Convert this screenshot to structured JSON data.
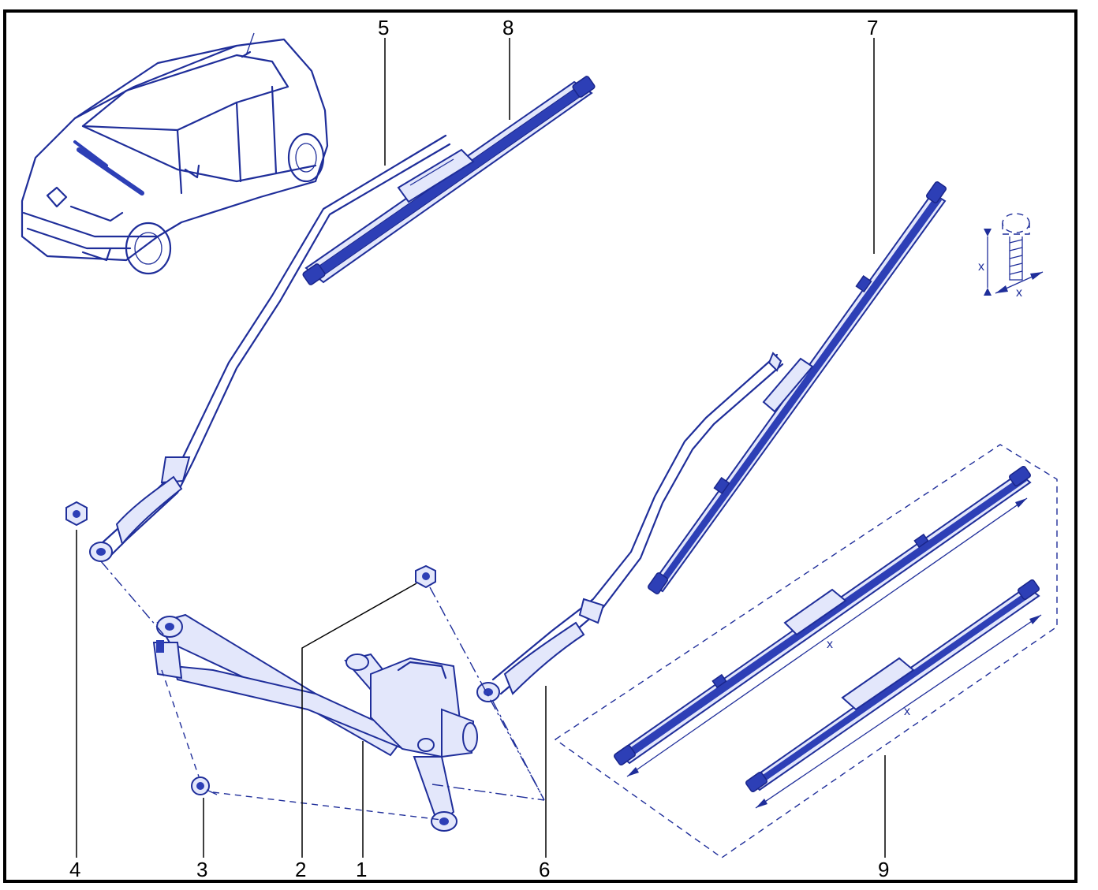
{
  "callouts": [
    {
      "id": "1",
      "label": "1"
    },
    {
      "id": "2",
      "label": "2"
    },
    {
      "id": "3",
      "label": "3"
    },
    {
      "id": "4",
      "label": "4"
    },
    {
      "id": "5",
      "label": "5"
    },
    {
      "id": "6",
      "label": "6"
    },
    {
      "id": "7",
      "label": "7"
    },
    {
      "id": "8",
      "label": "8"
    },
    {
      "id": "9",
      "label": "9"
    }
  ],
  "dimensions": {
    "blade_length_label_long": "x",
    "blade_length_label_short": "x",
    "bolt_length_label": "x",
    "bolt_diameter_label": "x"
  },
  "colors": {
    "line": "#1f2e9a",
    "fill": "#2d3fb6",
    "frame": "#000000"
  }
}
